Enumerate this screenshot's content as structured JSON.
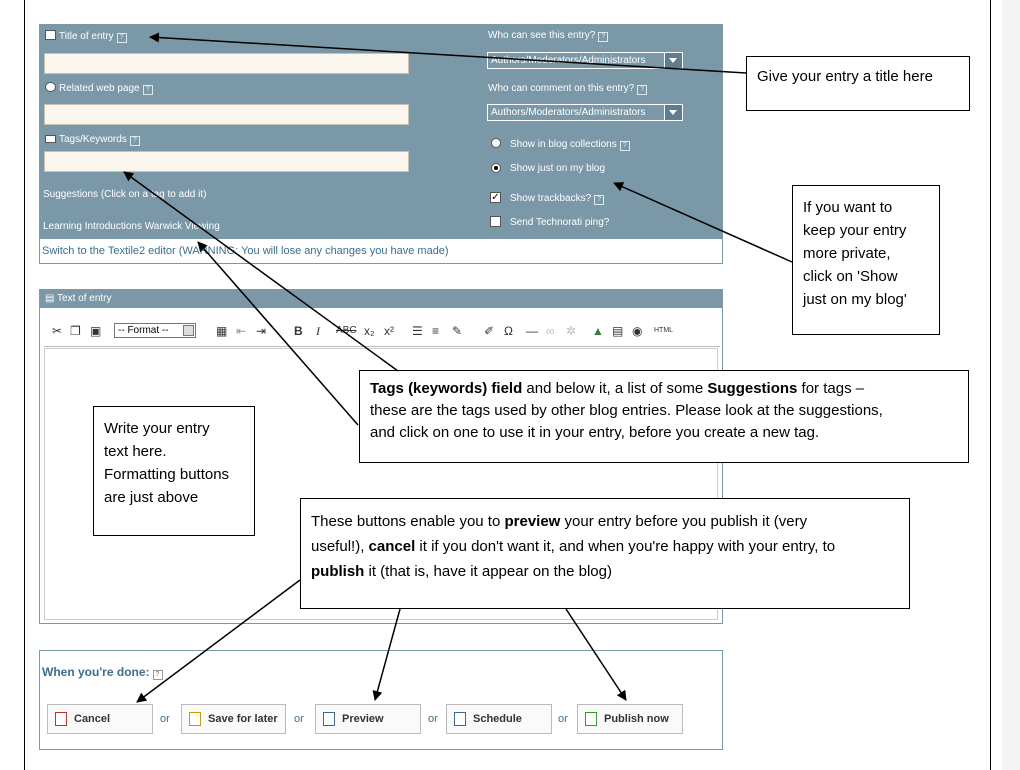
{
  "entry_form": {
    "title_label": "Title of entry",
    "related_label": "Related web page",
    "tags_label": "Tags/Keywords",
    "suggestions_label": "Suggestions (Click on a tag to add it)",
    "suggested_tags": "Learning Introductions Warwick Viewing",
    "who_see_label": "Who can see this entry?",
    "who_see_value": "Authors/Moderators/Administrators",
    "who_comment_label": "Who can comment on this entry?",
    "who_comment_value": "Authors/Moderators/Administrators",
    "show_in_collections": "Show in blog collections",
    "show_just_my_blog": "Show just on my blog",
    "show_trackbacks": "Show trackbacks?",
    "send_technorati": "Send Technorati ping?",
    "switch_editor": "Switch to the Textile2 editor (WARNING: You will lose any changes you have made)"
  },
  "editor": {
    "header": "Text of entry",
    "format_select": "-- Format --"
  },
  "done": {
    "title": "When you're done:",
    "or": "or",
    "buttons": {
      "cancel": "Cancel",
      "save": "Save for later",
      "preview": "Preview",
      "schedule": "Schedule",
      "publish": "Publish now"
    }
  },
  "callouts": {
    "title": "Give your entry a title here",
    "private_1": "If you want to",
    "private_2": "keep your entry",
    "private_3": "more private,",
    "private_4": "click on 'Show",
    "private_5": "just on my blog'",
    "tags_bold1": "Tags (keywords) field",
    "tags_mid": " and below it, a list of some ",
    "tags_bold2": "Suggestions",
    "tags_rest1": " for tags –",
    "tags_line2": "these are the tags used by other blog entries.  Please look at the suggestions,",
    "tags_line3": "and click on one to use it in your entry, before you create a new tag.",
    "write_1": "Write your entry",
    "write_2": "text here.",
    "write_3": "Formatting buttons",
    "write_4": "are just above",
    "btn_a": "These buttons enable you to ",
    "btn_b": "preview",
    "btn_c": " your entry before you publish it (very",
    "btn_d": "useful!), ",
    "btn_e": "cancel",
    "btn_f": " it if you don't want it, and when you're happy with your entry, to",
    "btn_g": "publish",
    "btn_h": " it (that is, have it appear on the blog)"
  }
}
